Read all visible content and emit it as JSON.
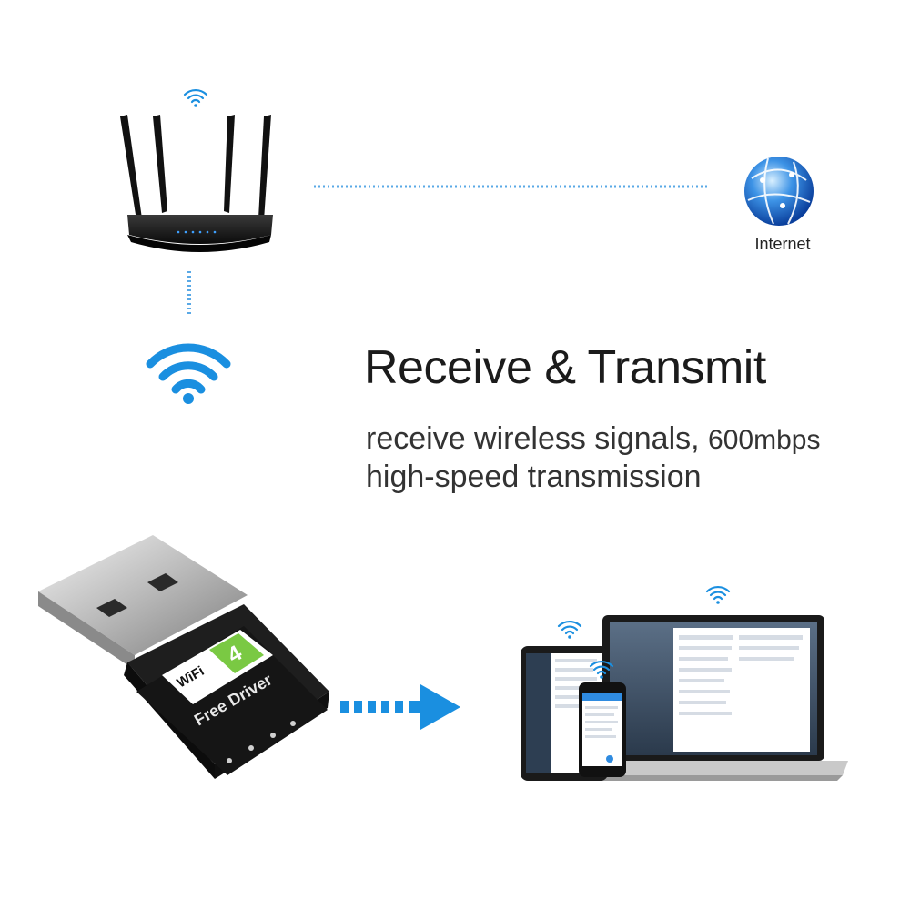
{
  "headline": "Receive & Transmit",
  "description": {
    "line1_text": "receive wireless signals, ",
    "line1_speed": "600mbps",
    "line2": "high-speed transmission"
  },
  "internet_label": "Internet",
  "adapter": {
    "wifi_logo_text": "WiFi",
    "badge_number": "4",
    "driver_text": "Free Driver"
  },
  "colors": {
    "accent_blue": "#1a8fe0",
    "dotted_line": "#5aa9e6",
    "badge_green": "#7ac943",
    "adapter_body": "#151515"
  },
  "icons": [
    "wifi-signal-icon",
    "globe-icon",
    "arrow-right-icon"
  ]
}
